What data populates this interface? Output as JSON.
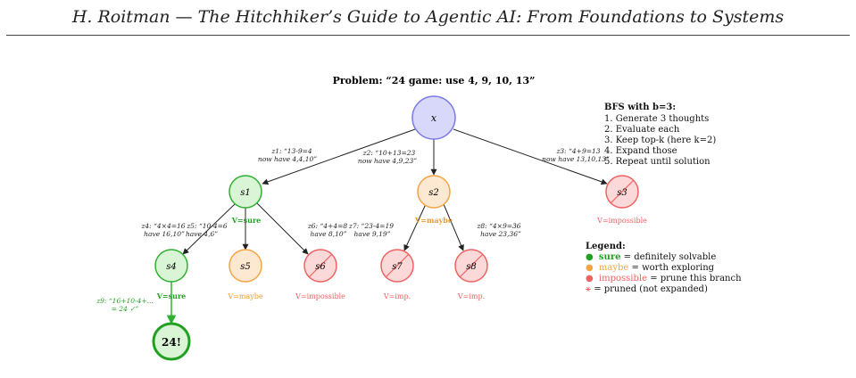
{
  "page_header": {
    "title": "H. Roitman  —  The Hitchhiker’s Guide to Agentic AI: From Foundations to Systems"
  },
  "figure": {
    "problem": "Problem: “24 game: use 4, 9, 10, 13”",
    "nodes": {
      "root": "x",
      "s1": "s1",
      "s2": "s2",
      "s3": "s3",
      "s4": "s4",
      "s5": "s5",
      "s6": "s6",
      "s7": "s7",
      "s8": "s8",
      "goal": "24!"
    },
    "node_values": {
      "s1": "V=sure",
      "s2": "V=maybe",
      "s3": "V=impossible",
      "s4": "V=sure",
      "s5": "V=maybe",
      "s6": "V=impossible",
      "s7": "V=imp.",
      "s8": "V=imp."
    },
    "edge_labels": {
      "z1_a": "z1: “13-9=4",
      "z1_b": "now have 4,4,10”",
      "z2_a": "z2: “10+13=23",
      "z2_b": "now have 4,9,23”",
      "z3_a": "z3: “4+9=13",
      "z3_b": "now have 13,10,13”",
      "z4_a": "z4: “4×4=16",
      "z4_b": "have 16,10”",
      "z5_a": "z5: “10-4=6",
      "z5_b": "have 4,6”",
      "z6_a": "z6: “4+4=8",
      "z6_b": "have 8,10”",
      "z7_a": "z7: “23-4=19",
      "z7_b": "have 9,19”",
      "z8_a": "z8: “4×9=36",
      "z8_b": "have 23,36”",
      "z9_a": "z9: “16+10-4+...",
      "z9_b": "= 24 ✓”"
    },
    "bfs_box": {
      "heading": "BFS with b=3:",
      "steps": [
        "1.  Generate 3 thoughts",
        "2.  Evaluate each",
        "3.  Keep top-k (here k=2)",
        "4.  Expand those",
        "5.  Repeat until solution"
      ]
    },
    "legend": {
      "heading": "Legend:",
      "items": [
        {
          "bullet": "●",
          "key": "sure",
          "rest": " = definitely solvable",
          "color": "#22a022"
        },
        {
          "bullet": "●",
          "key": "maybe",
          "rest": " = worth exploring",
          "color": "#f5a442"
        },
        {
          "bullet": "●",
          "key": "impossible",
          "rest": " = prune this branch",
          "color": "#f06262"
        },
        {
          "bullet": "⚹",
          "key": "",
          "rest": " = pruned (not expanded)",
          "color": "#f06262"
        }
      ]
    },
    "colors": {
      "root_fill": "#d8d8fb",
      "root_stroke": "#7a7ae8",
      "sure_fill": "#d9f5d6",
      "sure_stroke": "#30b030",
      "sure_text": "#22a022",
      "maybe_fill": "#fde8d2",
      "maybe_stroke": "#f5a442",
      "maybe_text": "#f09a30",
      "imp_fill": "#fbd9d9",
      "imp_stroke": "#f06262",
      "imp_text": "#f06262"
    }
  }
}
